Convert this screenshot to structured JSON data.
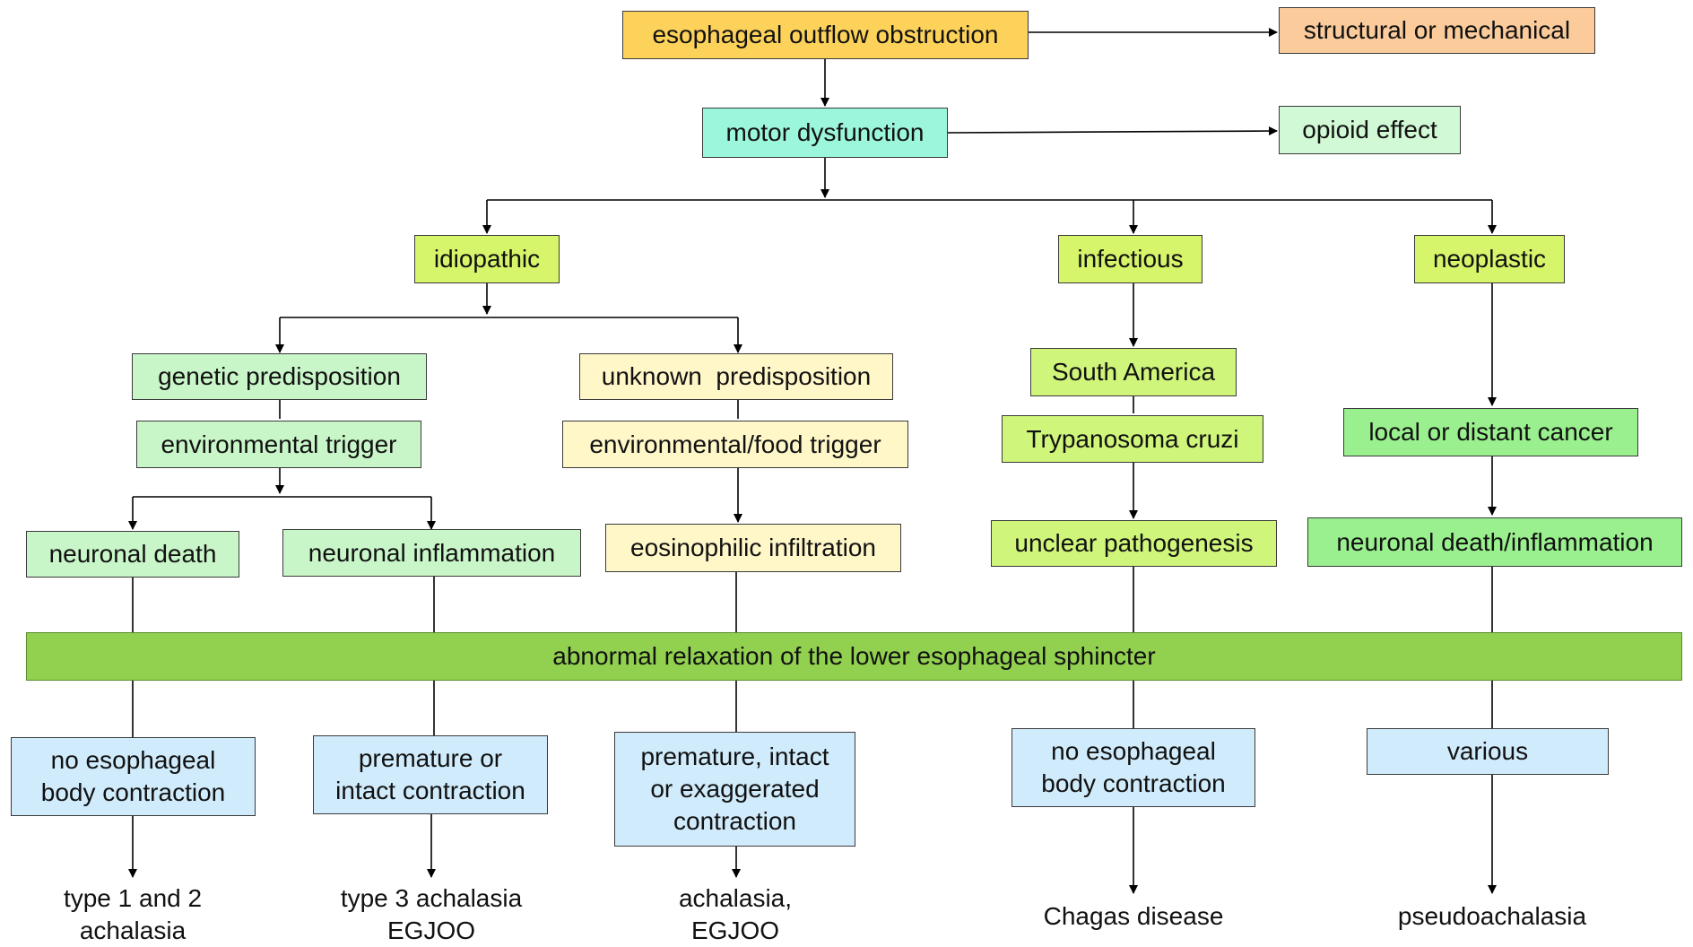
{
  "colors": {
    "orange": "#fdd25a",
    "peach": "#fbcb9c",
    "teal": "#9cf6dc",
    "light_green": "#d2f9d5",
    "lime": "#d6f56a",
    "cream": "#fff7c8",
    "green": "#9af08e",
    "light_blue": "#d0ebfb",
    "bar_green": "#92d050"
  },
  "top": {
    "obstruction": "esophageal outflow obstruction",
    "structural": "structural or mechanical",
    "motor": "motor dysfunction",
    "opioid": "opioid effect"
  },
  "categories": {
    "idiopathic": "idiopathic",
    "infectious": "infectious",
    "neoplastic": "neoplastic"
  },
  "idiopathic": {
    "genetic": "genetic predisposition",
    "env_trigger": "environmental trigger",
    "unknown": "unknown  predisposition",
    "env_food_trigger": "environmental/food trigger",
    "neuronal_death": "neuronal death",
    "neuronal_inflammation": "neuronal inflammation",
    "eosinophilic": "eosinophilic infiltration"
  },
  "infectious": {
    "region": "South America",
    "agent": "Trypanosoma cruzi",
    "pathogenesis": "unclear pathogenesis"
  },
  "neoplastic": {
    "cancer": "local or distant cancer",
    "neuronal": "neuronal death/inflammation"
  },
  "bar": "abnormal relaxation of the lower esophageal sphincter",
  "contraction": {
    "c1": [
      "no esophageal",
      "body contraction"
    ],
    "c2": [
      "premature or",
      "intact contraction"
    ],
    "c3": [
      "premature, intact",
      "or exaggerated",
      "contraction"
    ],
    "c4": [
      "no esophageal",
      "body contraction"
    ],
    "c5": [
      "various"
    ]
  },
  "outcomes": {
    "o1": [
      "type 1 and 2",
      "achalasia"
    ],
    "o2": [
      "type 3 achalasia",
      "EGJOO"
    ],
    "o3": [
      "achalasia,",
      "EGJOO"
    ],
    "o4": [
      "Chagas disease"
    ],
    "o5": [
      "pseudoachalasia"
    ]
  }
}
